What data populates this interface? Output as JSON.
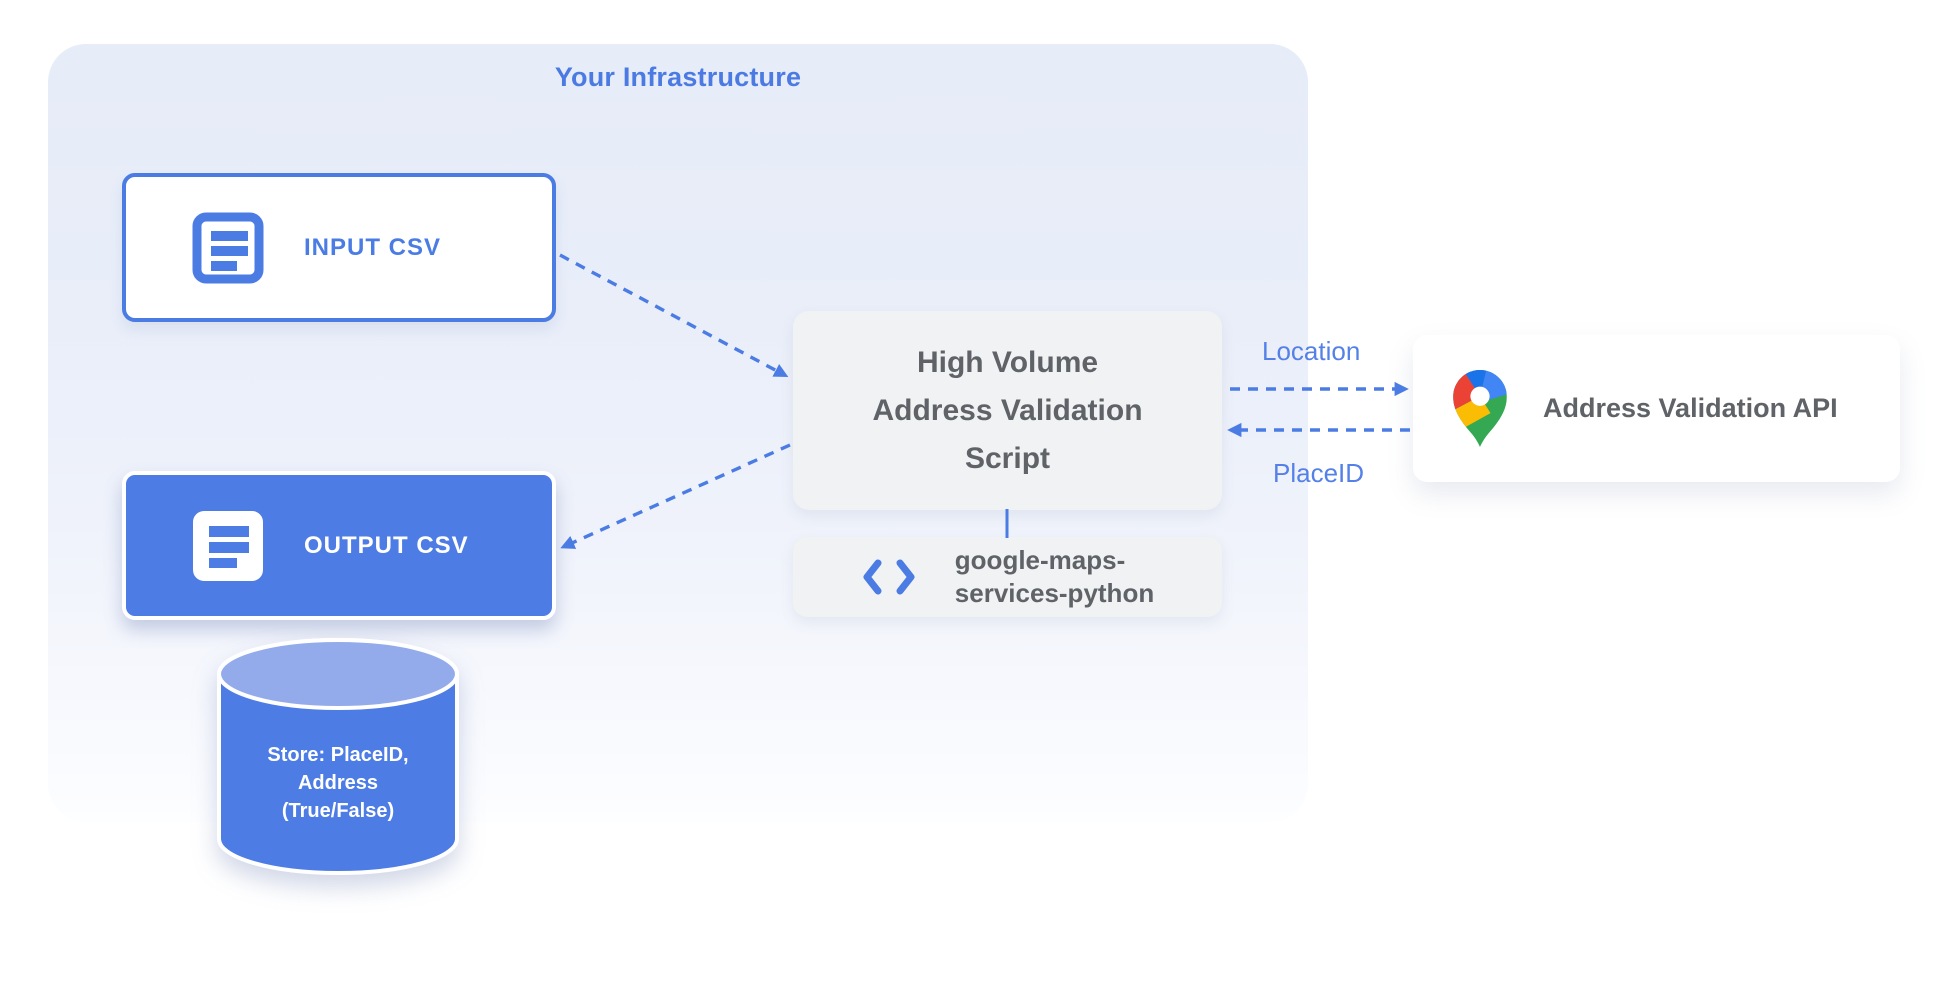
{
  "infrastructure": {
    "title": "Your Infrastructure"
  },
  "nodes": {
    "input_csv": {
      "label": "INPUT CSV",
      "icon": "document-icon"
    },
    "output_csv": {
      "label": "OUTPUT CSV",
      "icon": "document-icon"
    },
    "datastore": {
      "lines": [
        "Store: PlaceID,",
        "Address",
        "(True/False)"
      ],
      "shape": "database-cylinder"
    },
    "script": {
      "lines": [
        "High Volume",
        "Address Validation",
        "Script"
      ]
    },
    "library": {
      "lines": [
        "google-maps-",
        "services-python"
      ],
      "icon": "code-icon"
    },
    "api": {
      "label": "Address Validation API",
      "icon": "google-maps-pin-icon"
    }
  },
  "edges": {
    "location_label": "Location",
    "placeid_label": "PlaceID"
  },
  "colors": {
    "accent_blue": "#4b7ce4",
    "label_blue": "#5480e8",
    "node_blue": "#4e7ce5",
    "cylinder_top_blue": "#93abeb",
    "box_gray": "#f1f2f3",
    "text_gray": "#5f6368",
    "container_blue": "#e6ecf8",
    "pin_red": "#ea4335",
    "pin_blue": "#4285f4",
    "pin_dark_blue": "#1a73e8",
    "pin_yellow": "#fbbc04",
    "pin_green": "#34a853"
  }
}
